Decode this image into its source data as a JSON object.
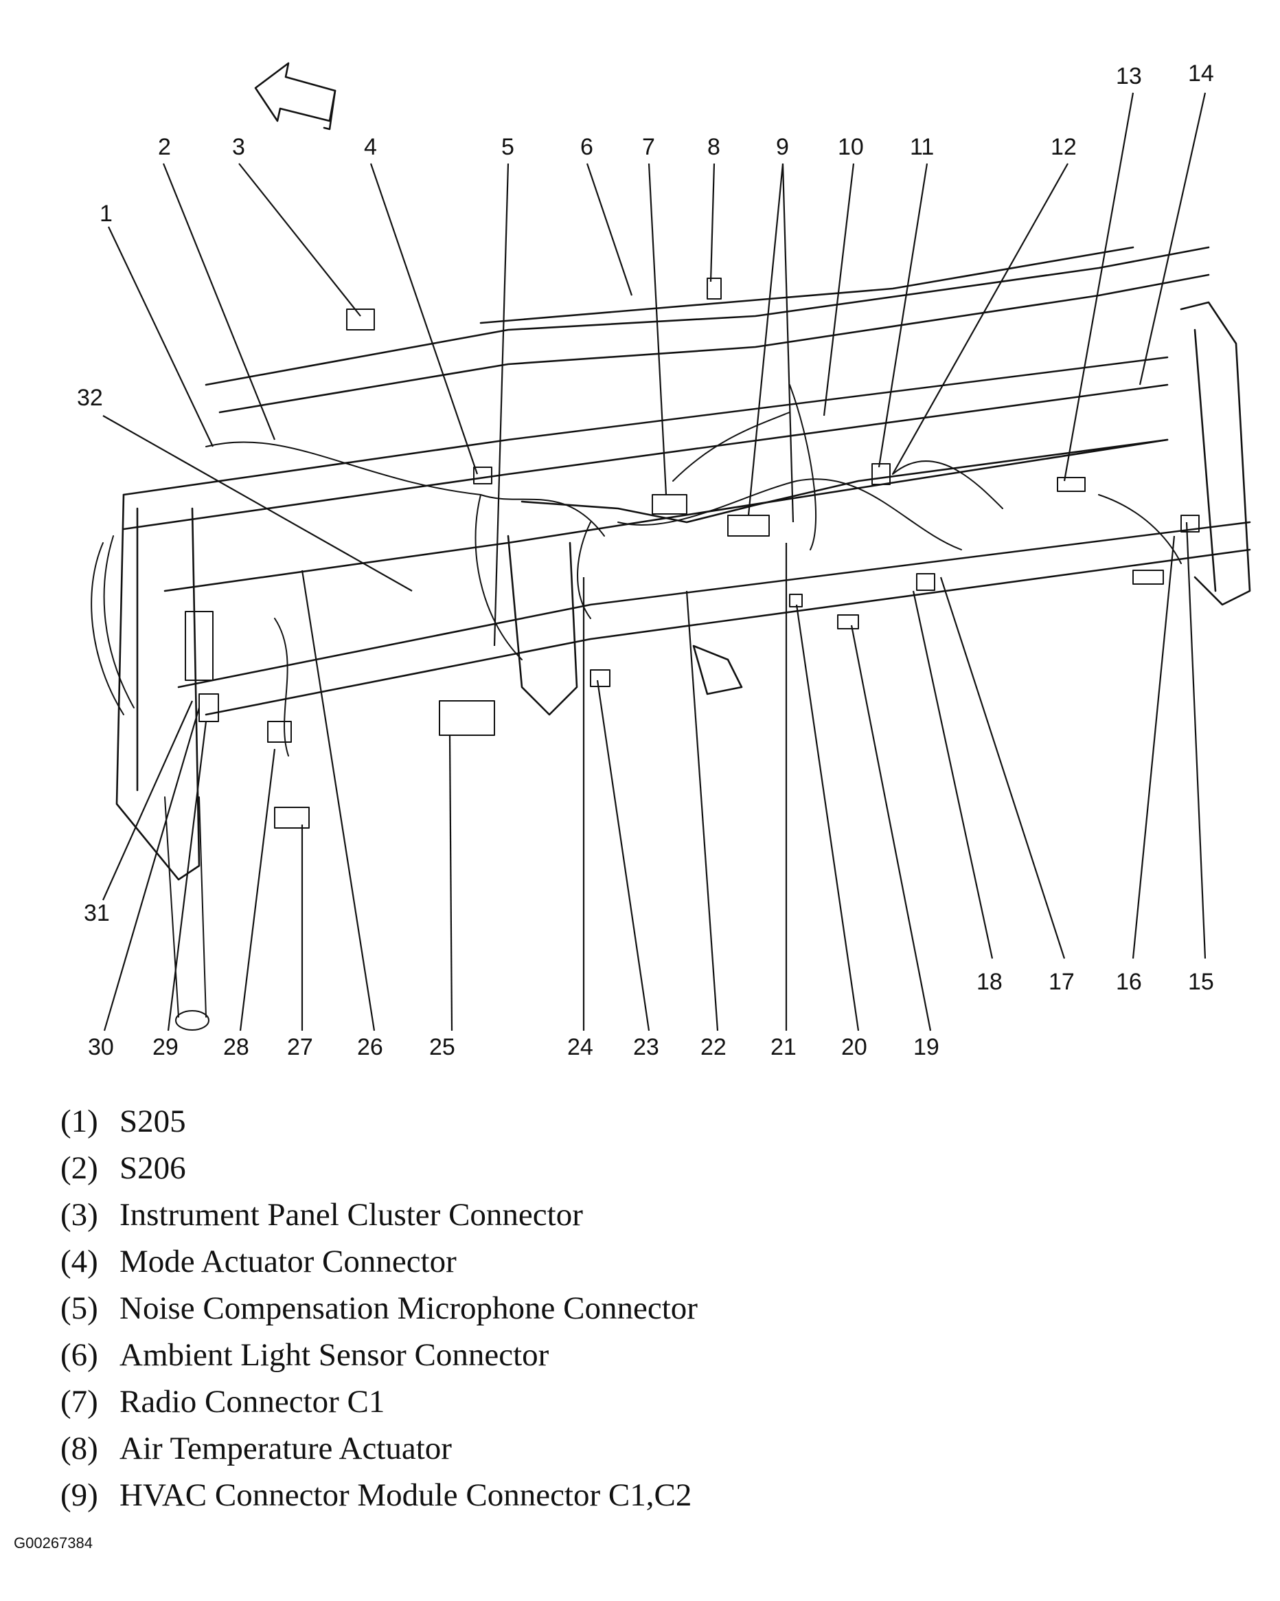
{
  "figure_id": "G00267384",
  "callouts": [
    "1",
    "2",
    "3",
    "4",
    "5",
    "6",
    "7",
    "8",
    "9",
    "10",
    "11",
    "12",
    "13",
    "14",
    "15",
    "16",
    "17",
    "18",
    "19",
    "20",
    "21",
    "22",
    "23",
    "24",
    "25",
    "26",
    "27",
    "28",
    "29",
    "30",
    "31",
    "32"
  ],
  "legend": [
    {
      "num": "(1)",
      "label": "S205"
    },
    {
      "num": "(2)",
      "label": "S206"
    },
    {
      "num": "(3)",
      "label": "Instrument Panel Cluster Connector"
    },
    {
      "num": "(4)",
      "label": "Mode Actuator Connector"
    },
    {
      "num": "(5)",
      "label": "Noise Compensation Microphone Connector"
    },
    {
      "num": "(6)",
      "label": "Ambient Light Sensor Connector"
    },
    {
      "num": "(7)",
      "label": "Radio Connector C1"
    },
    {
      "num": "(8)",
      "label": "Air Temperature Actuator"
    },
    {
      "num": "(9)",
      "label": "HVAC Connector Module Connector C1,C2"
    }
  ]
}
